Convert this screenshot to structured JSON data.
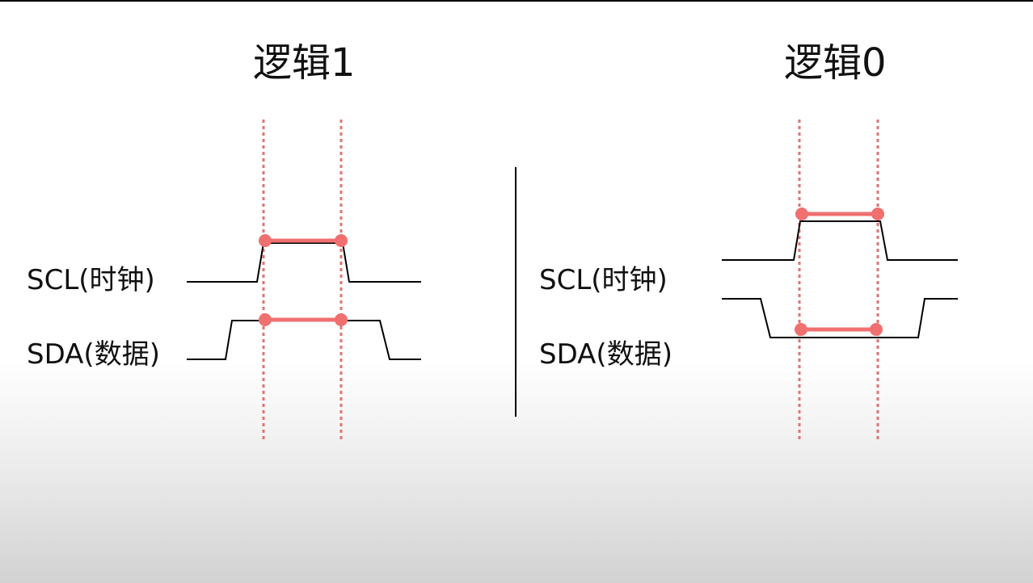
{
  "panels": {
    "logic1": {
      "title": "逻辑1",
      "scl_label": "SCL(时钟)",
      "sda_label": "SDA(数据)"
    },
    "logic0": {
      "title": "逻辑0",
      "scl_label": "SCL(时钟)",
      "sda_label": "SDA(数据)"
    }
  },
  "colors": {
    "signal": "#000000",
    "highlight": "#f07070",
    "guide": "#e27373"
  }
}
